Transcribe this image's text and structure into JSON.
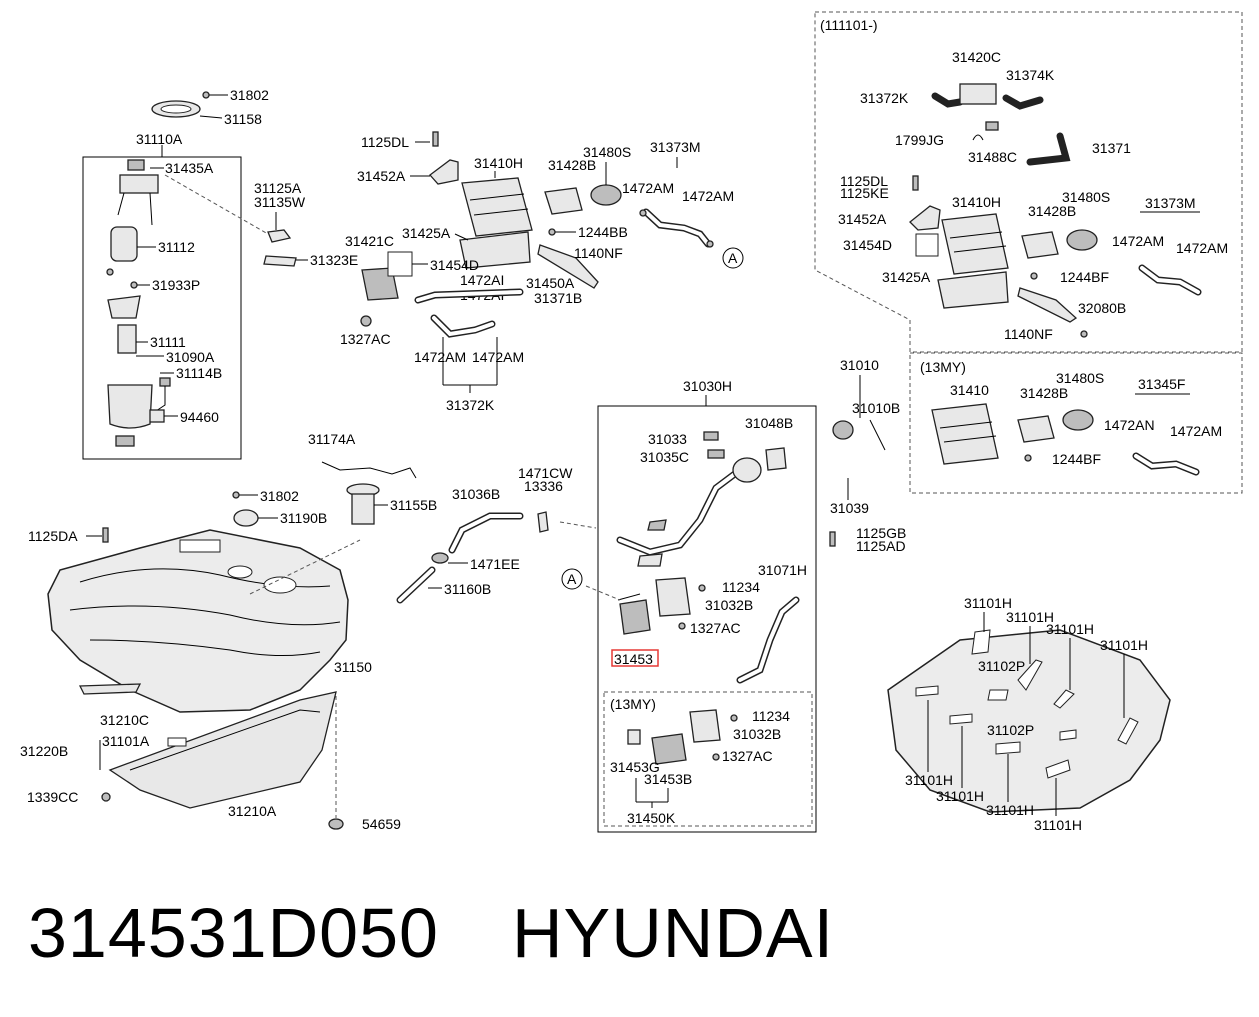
{
  "labels": {
    "l31802a": "31802",
    "l31158": "31158",
    "l31110A": "31110A",
    "l31435A": "31435A",
    "l31125A": "31125A",
    "l31135W": "31135W",
    "l31112": "31112",
    "l31323E": "31323E",
    "l31933P": "31933P",
    "l31111": "31111",
    "l31090A": "31090A",
    "l31114B": "31114B",
    "l94460": "94460",
    "l1125DL": "1125DL",
    "l31452A": "31452A",
    "l31410H": "31410H",
    "l31428B": "31428B",
    "l31480S": "31480S",
    "l31373M": "31373M",
    "l1472AMa": "1472AM",
    "l1472AMb": "1472AM",
    "l31421C": "31421C",
    "l31425A": "31425A",
    "l1244BB": "1244BB",
    "l1140NF": "1140NF",
    "l31454D": "31454D",
    "l1472AIa": "1472AI",
    "l1472AIb": "1472AI",
    "l31450A": "31450A",
    "l31371B": "31371B",
    "l1327ACa": "1327AC",
    "l1472AMc": "1472AM",
    "l1472AMd": "1472AM",
    "l31372K": "31372K",
    "circA1": "A",
    "r111101": "(111101-)",
    "r31420C": "31420C",
    "r31374K": "31374K",
    "r31372K": "31372K",
    "r1799JG": "1799JG",
    "r31488C": "31488C",
    "r31371": "31371",
    "r1125DL": "1125DL",
    "r1125KE": "1125KE",
    "r31410H": "31410H",
    "r31480S": "31480S",
    "r31428B": "31428B",
    "r31373M": "31373M",
    "r31452A": "31452A",
    "r1472AMa": "1472AM",
    "r1472AMb": "1472AM",
    "r31454D": "31454D",
    "r1244BF": "1244BF",
    "r31425A": "31425A",
    "r32080B": "32080B",
    "r1140NF": "1140NF",
    "m13MY": "(13MY)",
    "m31410": "31410",
    "m31480S": "31480S",
    "m31428B": "31428B",
    "m31345F": "31345F",
    "m1472AN": "1472AN",
    "m1472AM": "1472AM",
    "m1244BF": "1244BF",
    "c31010": "31010",
    "c31010B": "31010B",
    "c31030H": "31030H",
    "c31048B": "31048B",
    "c31033": "31033",
    "c31035C": "31035C",
    "c31039": "31039",
    "c1125GB": "1125GB",
    "c1125AD": "1125AD",
    "c31071H": "31071H",
    "c11234a": "11234",
    "c31032Ba": "31032B",
    "c1327ACa": "1327AC",
    "c31453": "31453",
    "circA2": "A",
    "c13MY": "(13MY)",
    "c11234b": "11234",
    "c31032Bb": "31032B",
    "c1327ACb": "1327AC",
    "c31453G": "31453G",
    "c31453B": "31453B",
    "c31450K": "31450K",
    "t31174A": "31174A",
    "t31802": "31802",
    "t31190B": "31190B",
    "t31155B": "31155B",
    "t31036B": "31036B",
    "t1471CW": "1471CW",
    "t13336": "13336",
    "t1471EE": "1471EE",
    "t31160B": "31160B",
    "t1125DA": "1125DA",
    "t31150": "31150",
    "t31210C": "31210C",
    "t31101A": "31101A",
    "t31220B": "31220B",
    "t1339CC": "1339CC",
    "t31210A": "31210A",
    "t54659": "54659",
    "p31101Ha": "31101H",
    "p31101Hb": "31101H",
    "p31101Hc": "31101H",
    "p31101Hd": "31101H",
    "p31102Pa": "31102P",
    "p31102Pb": "31102P",
    "p31101He": "31101H",
    "p31101Hf": "31101H",
    "p31101Hg": "31101H",
    "p31101Hh": "31101H"
  },
  "caption": {
    "part_number": "314531D050",
    "brand": "HYUNDAI"
  },
  "highlight": {
    "target_label": "31453",
    "color": "#e53935"
  }
}
